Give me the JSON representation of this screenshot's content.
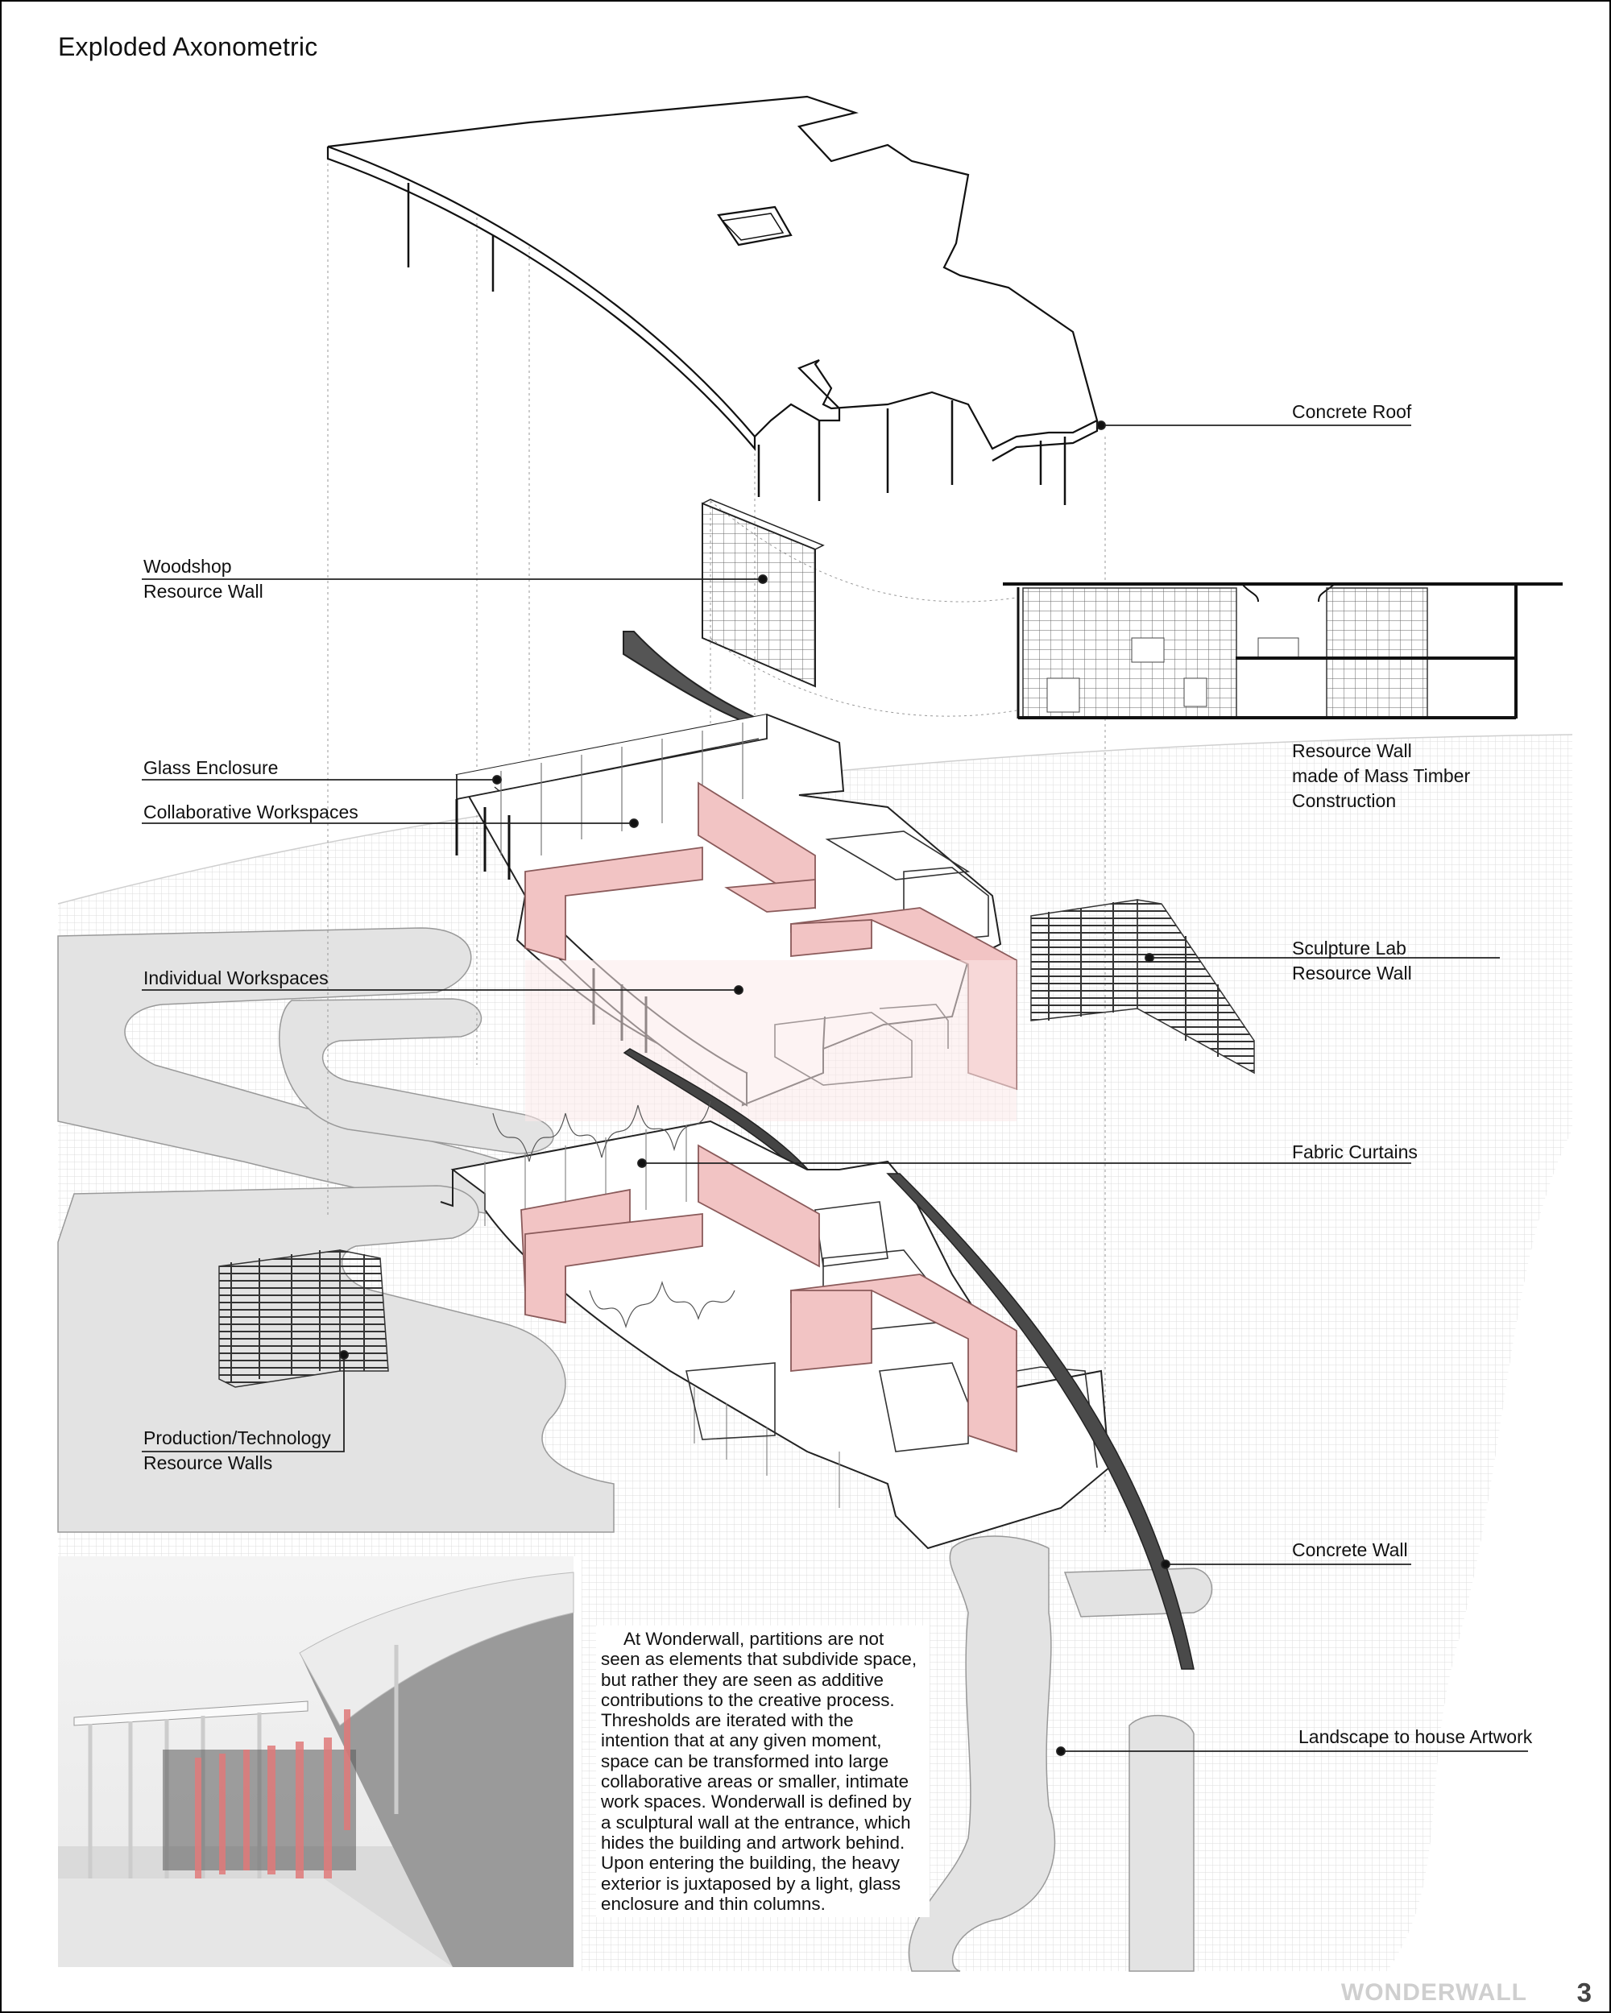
{
  "title": "Exploded Axonometric",
  "labels": {
    "concrete_roof": "Concrete Roof",
    "woodshop_wall": "Woodshop\nResource Wall",
    "resource_wall_note": "Resource Wall\nmade of Mass Timber\nConstruction",
    "glass_enclosure": "Glass Enclosure",
    "collab_workspaces": "Collaborative Workspaces",
    "individual_workspaces": "Individual Workspaces",
    "sculpture_lab": "Sculpture Lab\nResource Wall",
    "fabric_curtains": "Fabric Curtains",
    "production_walls": "Production/Technology\nResource Walls",
    "concrete_wall": "Concrete Wall",
    "landscape": "Landscape to house Artwork"
  },
  "description": "At Wonderwall, partitions are not seen as elements that subdivide space, but rather they are seen as additive contributions to the creative process. Thresholds are iterated with the intention that at any given moment, space can be transformed into large collaborative areas or smaller, intimate work spaces. Wonderwall is defined by a sculptural wall at the entrance, which hides the building and artwork behind. Upon entering the building, the heavy exterior is juxtaposed by a light, glass enclosure and thin columns.",
  "brand": "WONDERWALL",
  "page_number": "3",
  "colors": {
    "partition_pink": "#f2c4c4",
    "partition_stroke": "#a06262",
    "concrete_dark": "#555555",
    "landscape_grey": "#e3e3e3",
    "grid_line": "#dcdcdc",
    "line": "#222222"
  }
}
